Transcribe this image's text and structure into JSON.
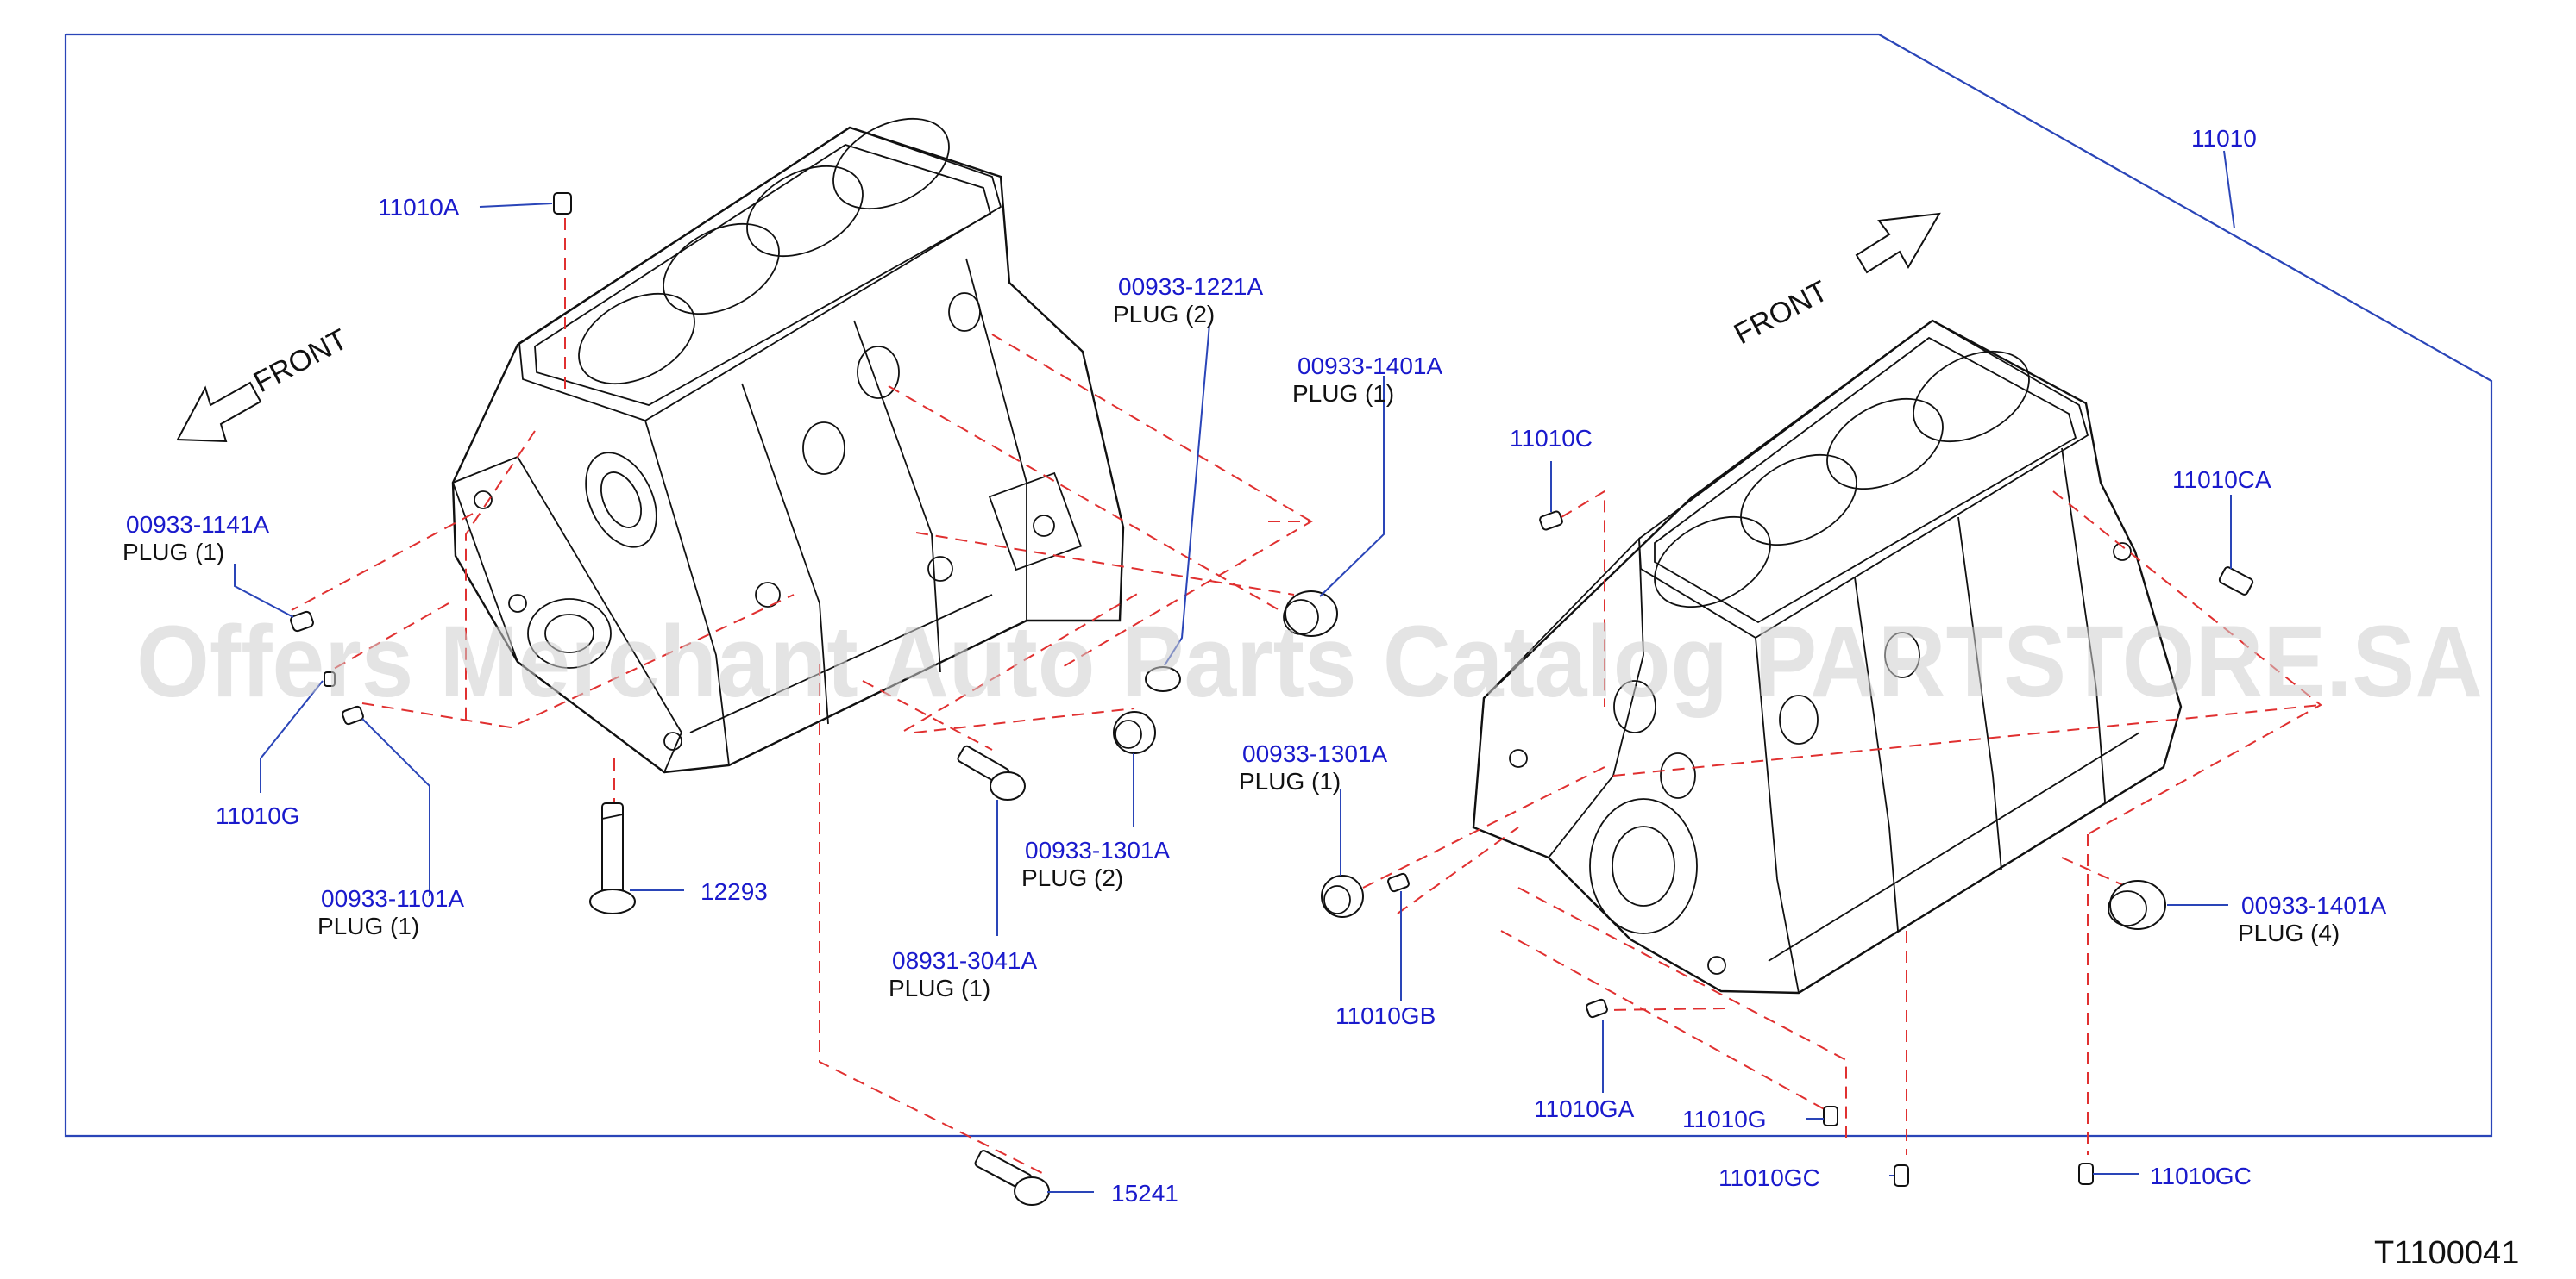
{
  "watermark": "Offers Merchant Auto Parts Catalog PARTSTORE.SA",
  "figure_id": "T1100041",
  "front_labels": [
    "FRONT",
    "FRONT"
  ],
  "colors": {
    "code_text": "#1a1acc",
    "leader_line": "#2a45b8",
    "dashed_line": "#e03030",
    "outline": "#111111"
  },
  "callouts": [
    {
      "code": "11010",
      "desc": ""
    },
    {
      "code": "11010A",
      "desc": ""
    },
    {
      "code": "00933-1221A",
      "desc": "PLUG   (2)"
    },
    {
      "code": "00933-1401A",
      "desc": "PLUG   (1)"
    },
    {
      "code": "11010C",
      "desc": ""
    },
    {
      "code": "11010CA",
      "desc": ""
    },
    {
      "code": "00933-1141A",
      "desc": "PLUG   (1)"
    },
    {
      "code": "11010G",
      "desc": ""
    },
    {
      "code": "00933-1101A",
      "desc": "PLUG   (1)"
    },
    {
      "code": "12293",
      "desc": ""
    },
    {
      "code": "00933-1301A",
      "desc": "PLUG   (2)"
    },
    {
      "code": "08931-3041A",
      "desc": "PLUG   (1)"
    },
    {
      "code": "00933-1301A",
      "desc": "PLUG   (1)"
    },
    {
      "code": "11010GB",
      "desc": ""
    },
    {
      "code": "00933-1401A",
      "desc": "PLUG   (4)"
    },
    {
      "code": "11010GA",
      "desc": ""
    },
    {
      "code": "11010G",
      "desc": ""
    },
    {
      "code": "11010GC",
      "desc": ""
    },
    {
      "code": "11010GC",
      "desc": ""
    },
    {
      "code": "15241",
      "desc": ""
    }
  ]
}
